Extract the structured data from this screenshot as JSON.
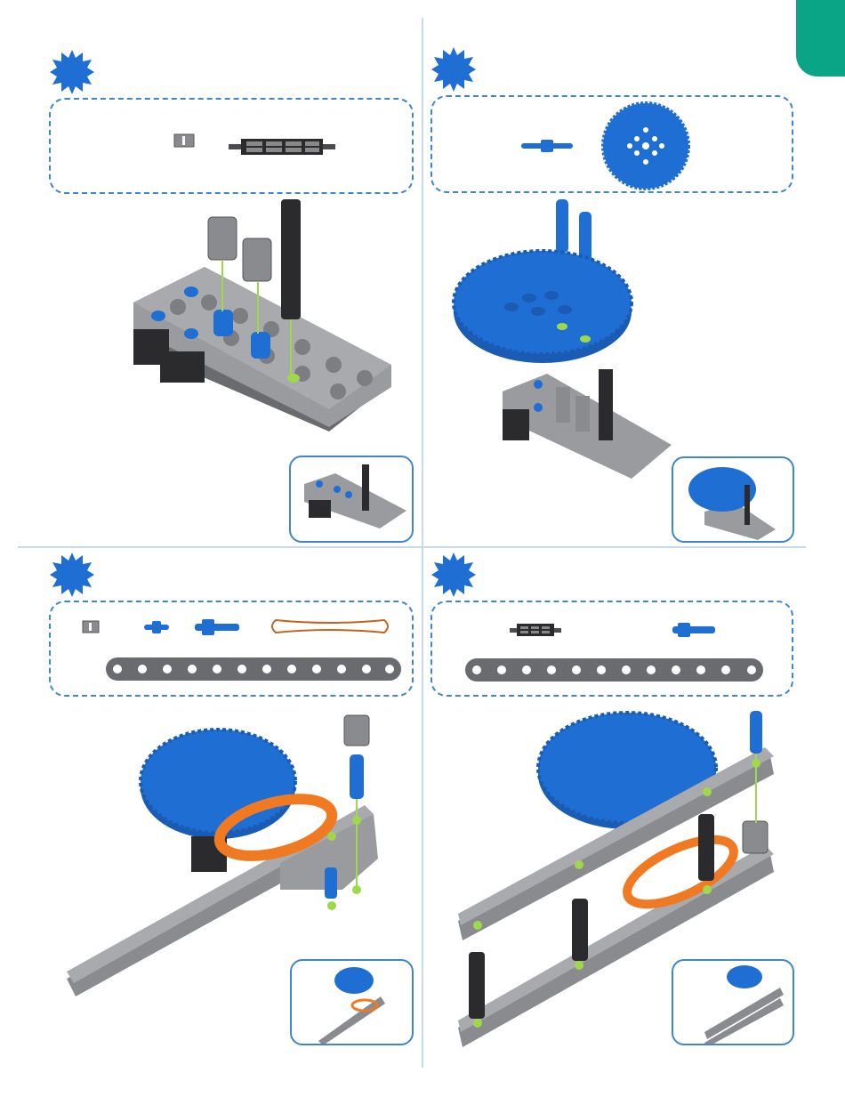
{
  "page": {
    "background": "#ffffff",
    "accent_tab_color": "#0aa587",
    "divider_color": "#c9d9ec",
    "frame_color": "#3f86cf"
  },
  "colors": {
    "gray_part": "#8a8b8e",
    "gray_dark": "#4a4b4e",
    "blue_part": "#1f6ed4",
    "orange_band": "#f07a22",
    "lime_guide": "#9fd84a",
    "black_part": "#2b2b2d"
  },
  "steps": [
    {
      "id": "step-1",
      "icon": "starburst-icon",
      "parts": [
        "connector-icon",
        "axle-icon"
      ],
      "image": "base-with-axle-assembly"
    },
    {
      "id": "step-2",
      "icon": "starburst-icon",
      "parts": [
        "pin-icon",
        "large-gear-icon"
      ],
      "image": "gear-on-base-assembly"
    },
    {
      "id": "step-3",
      "icon": "starburst-icon",
      "parts": [
        "connector-icon",
        "pin-icon",
        "long-pin-icon",
        "rubber-band-icon",
        "long-beam-icon"
      ],
      "image": "band-and-beam-assembly"
    },
    {
      "id": "step-4",
      "icon": "starburst-icon",
      "parts": [
        "axle-short-icon",
        "long-pin-icon",
        "long-beam-icon"
      ],
      "image": "double-beam-assembly"
    }
  ]
}
